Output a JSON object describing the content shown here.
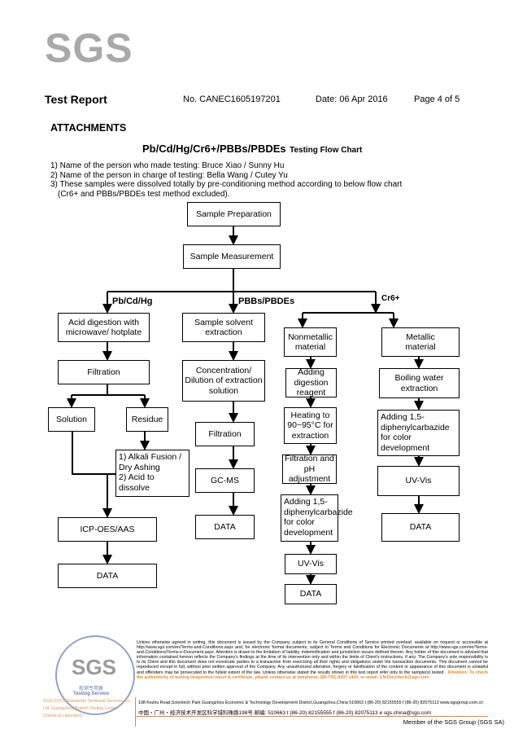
{
  "header": {
    "logo": "SGS",
    "report_title": "Test Report",
    "report_no": "No. CANEC1605197201",
    "date": "Date: 06 Apr 2016",
    "page": "Page 4 of 5"
  },
  "section": "ATTACHMENTS",
  "flow_title": {
    "main": "Pb/Cd/Hg/Cr6+/PBBs/PBDEs",
    "suffix": "Testing Flow Chart"
  },
  "notes": [
    "1) Name of the person who made testing:  Bruce Xiao / Sunny Hu",
    "2) Name of the person in charge of testing:  Bella Wang / Cutey Yu",
    "3) These samples were dissolved totally by  pre-conditioning method according to below flow chart",
    "(Cr6+ and PBBs/PBDEs  test method excluded)."
  ],
  "flow": {
    "sample_preparation": "Sample Preparation",
    "sample_measurement": "Sample Measurement",
    "branch_labels": {
      "metals": "Pb/Cd/Hg",
      "brominated": "PBBs/PBDEs",
      "chromium": "Cr6+"
    },
    "metals": {
      "acid_digestion": "Acid digestion with\nmicrowave/ hotplate",
      "filtration": "Filtration",
      "solution": "Solution",
      "residue": "Residue",
      "alkali": "1) Alkali Fusion /\n    Dry Ashing\n2) Acid to\n    dissolve",
      "icp": "ICP-OES/AAS",
      "data": "DATA"
    },
    "brominated": {
      "extraction": "Sample solvent\nextraction",
      "concentration": "Concentration/\nDilution of extraction\nsolution",
      "filtration": "Filtration",
      "gcms": "GC-MS",
      "data": "DATA"
    },
    "nonmetallic": {
      "material": "Nonmetallic\nmaterial",
      "digestion": "Adding digestion\nreagent",
      "heating": "Heating to\n90~95°C  for\nextraction",
      "filtration": "Filtration and\npH adjustment",
      "diphenyl": "Adding 1,5-\ndiphenylcarbazide\nfor color\ndevelopment",
      "uvvis": "UV-Vis",
      "data": "DATA"
    },
    "metallic": {
      "material": "Metallic\nmaterial",
      "boiling": "Boiling water\nextraction",
      "diphenyl": "Adding 1,5-\ndiphenylcarbazide\nfor color\ndevelopment",
      "uvvis": "UV-Vis",
      "data": "DATA"
    }
  },
  "footer": {
    "stamp_logo": "SGS",
    "stamp_text": "Testing Service",
    "stamp_cn": "检测专用章",
    "lab_name": "SGS-CSTC Standards Technical Services Co., Ltd. Guangzhou Branch Testing Center Chemical Laboratory",
    "legal": "Unless otherwise agreed in writing, this document is issued by the Company subject to its General Conditions of Service printed overleaf, available on request or accessible at http://www.sgs.com/en/Terms-and-Conditions.aspx and, for electronic format documents, subject to Terms and Conditions for Electronic Documents at http://www.sgs.com/en/Terms-and-Conditions/Terms-e-Document.aspx. Attention is drawn to the limitation of liability, indemnification and jurisdiction issues defined therein. Any holder of this document is advised that information contained hereon reflects the Company's findings at the time of its intervention only and within the limits of Client's instructions, if any. The Company's sole responsibility is to its Client and this document does not exonerate parties to a transaction from exercising all their rights and obligations under the transaction documents. This document cannot be reproduced except in full, without prior written approval of the Company. Any unauthorized alteration, forgery or falsification of the content or appearance of this document is unlawful and offenders may be prosecuted to the fullest extent of the law. Unless otherwise stated the results shown in this test report refer only to the sample(s) tested .",
    "attention": "Attention: To check the authenticity of testing /inspection report & certificate, please contact us at telephone: (86-755) 8307 1443, or email: CN.Doccheck@sgs.com",
    "address_en": "198 Kezhu Road,Scientech Park Guangzhou Economic & Technology Development District,Guangzhou,China  510663   t (86-20) 82155555   f (86-20) 82075113   www.sgsgroup.com.cn",
    "address_cn": "中国・广州・经济技术开发区科学城科珠路198号          邮编: 510663   t (86-20) 82155555   f (86-20) 82075113   e sgs.china@sgs.com",
    "member": "Member of the SGS Group (SGS SA)"
  },
  "colors": {
    "logo_gray": "#a9a9a9",
    "accent_orange": "#e08a2c"
  }
}
